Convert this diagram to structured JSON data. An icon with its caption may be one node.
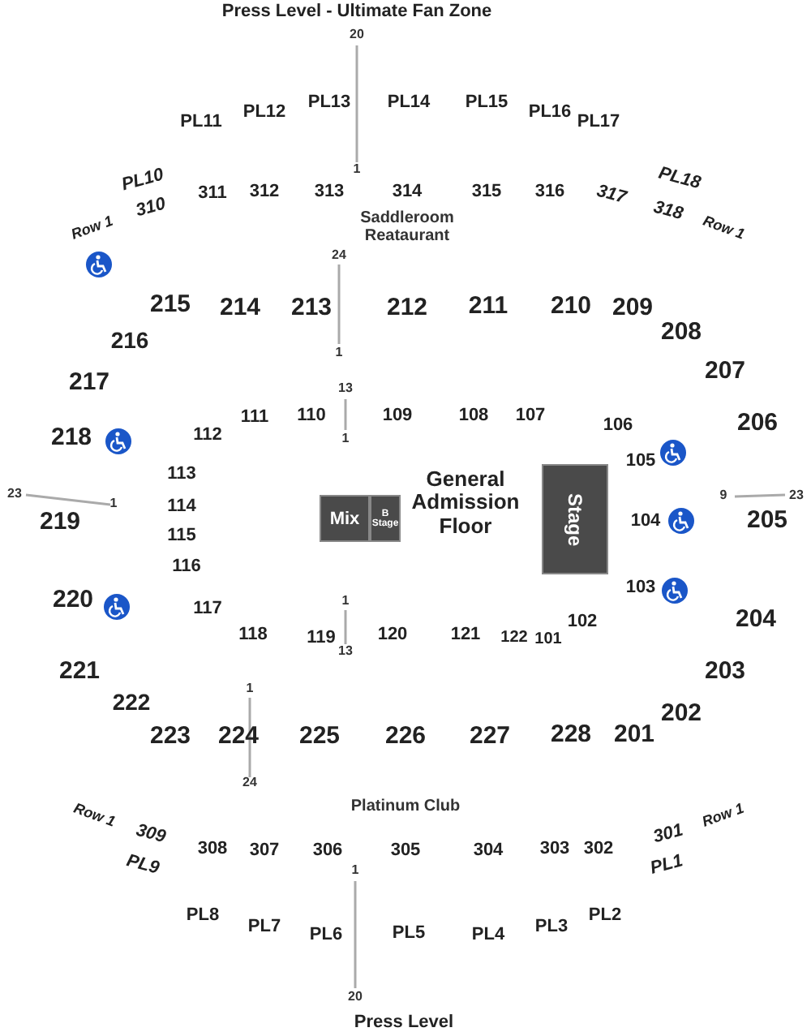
{
  "diagram": {
    "nodes": [
      {
        "text": [
          "Mix"
        ]
      },
      {
        "text": [
          "B Stage"
        ]
      },
      {
        "text": [
          "Stage"
        ]
      }
    ],
    "edges": [],
    "labels": [
      "Press Level - Ultimate Fan Zone",
      "20",
      "PL11",
      "PL12",
      "PL13",
      "PL14",
      "PL15",
      "PL16",
      "PL17",
      "PL10",
      "1",
      "PL18",
      "311",
      "312",
      "313",
      "314",
      "315",
      "316",
      "317",
      "310",
      "318",
      "Row 1",
      "Saddleroom Reataurant",
      "Row 1",
      "24",
      "215",
      "214",
      "213",
      "212",
      "211",
      "210",
      "209",
      "208",
      "216",
      "1",
      "207",
      "217",
      "13",
      "111",
      "110",
      "109",
      "108",
      "107",
      "206",
      "1",
      "106",
      "112",
      "218",
      "105",
      "113",
      "23",
      "1",
      "114",
      "General Admission Floor",
      "9",
      "23",
      "219",
      "104",
      "205",
      "115",
      "116",
      "103",
      "220",
      "1",
      "117",
      "204",
      "118",
      "119",
      "120",
      "121",
      "122",
      "101",
      "102",
      "13",
      "221",
      "203",
      "1",
      "222",
      "202",
      "223",
      "224",
      "225",
      "226",
      "227",
      "228",
      "201",
      "24",
      "Row 1",
      "Platinum Club",
      "Row 1",
      "309",
      "301",
      "308",
      "307",
      "306",
      "305",
      "304",
      "303",
      "302",
      "PL9",
      "PL1",
      "1",
      "PL8",
      "PL7",
      "PL6",
      "PL5",
      "PL4",
      "PL3",
      "PL2",
      "20",
      "Press Level"
    ]
  }
}
